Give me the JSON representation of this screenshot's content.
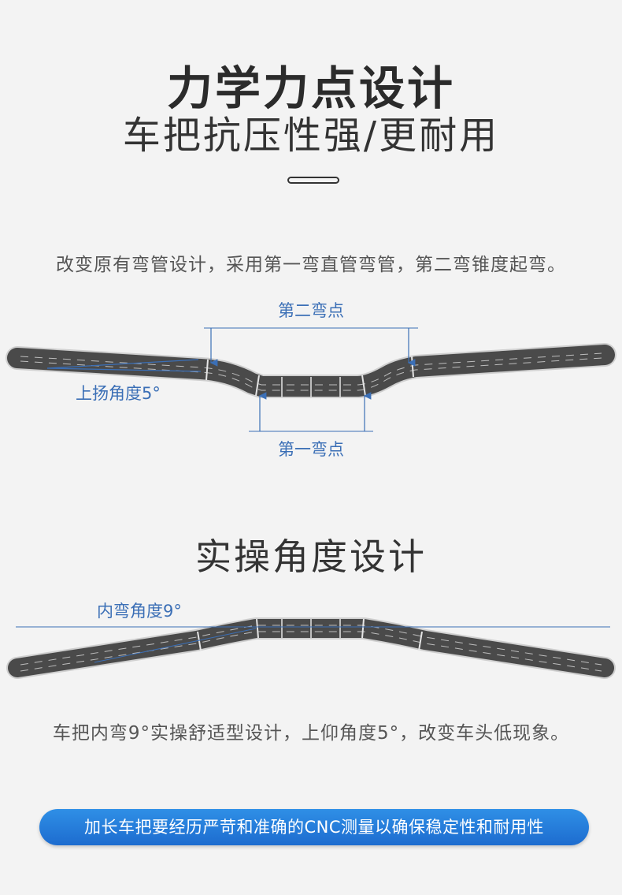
{
  "header": {
    "title": "力学力点设计",
    "subtitle": "车把抗压性强/更耐用"
  },
  "section1": {
    "description": "改变原有弯管设计，采用第一弯直管弯管，第二弯锥度起弯。",
    "label_second_bend": "第二弯点",
    "label_first_bend": "第一弯点",
    "label_rise_angle": "上扬角度5°"
  },
  "section2": {
    "title": "实操角度设计",
    "label_inward_angle": "内弯角度9°",
    "description": "车把内弯9°实操舒适型设计，上仰角度5°，改变车头低现象。"
  },
  "banner": {
    "text": "加长车把要经历严苛和准确的CNC测量以确保稳定性和耐用性"
  },
  "colors": {
    "accent_blue": "#3b6fb6",
    "banner_blue": "#2580dc",
    "bar_dark": "#4a4a4a"
  }
}
